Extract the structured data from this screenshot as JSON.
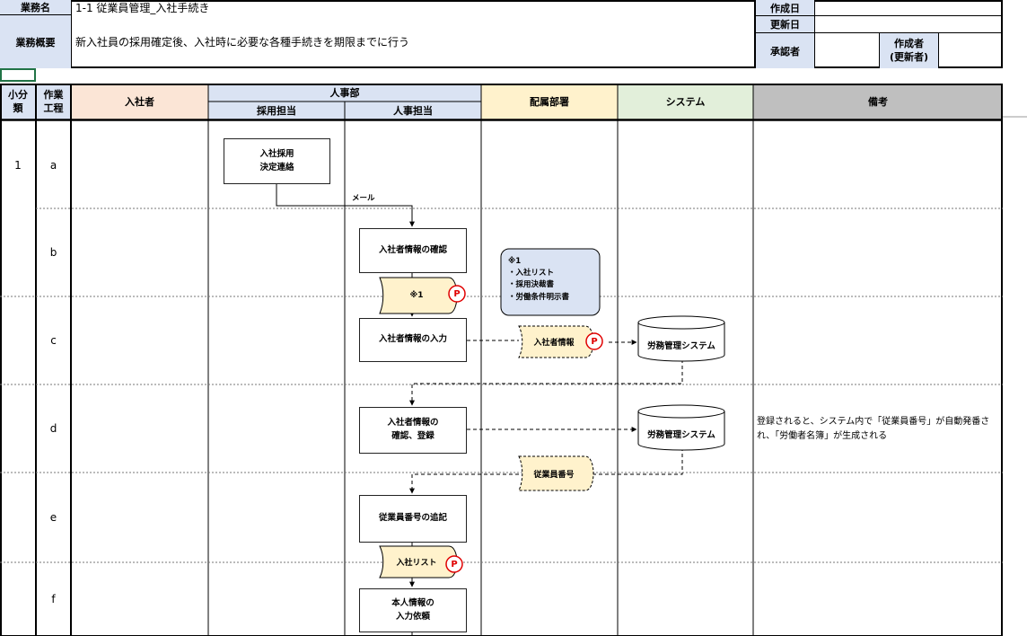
{
  "header": {
    "gyomumei_label": "業務名",
    "gyomumei_value": "1-1  従業員管理_入社手続き",
    "gaiyo_label": "業務概要",
    "gaiyo_value": "新入社員の採用確定後、入社時に必要な各種手続きを期限までに行う",
    "created_label": "作成日",
    "updated_label": "更新日",
    "approver_label": "承認者",
    "author_label": "作成者\n(更新者)"
  },
  "columns": {
    "shobunrui": "小分\n類",
    "sagyo_kotei": "作業\n工程",
    "nyushasha": "入社者",
    "jinjibu": "人事部",
    "saiyo_tanto": "採用担当",
    "jinji_tanto": "人事担当",
    "haizoku_busho": "配属部署",
    "system": "システム",
    "biko": "備考"
  },
  "rows": [
    {
      "num": "1",
      "step": "a"
    },
    {
      "num": "",
      "step": "b"
    },
    {
      "num": "",
      "step": "c"
    },
    {
      "num": "",
      "step": "d"
    },
    {
      "num": "",
      "step": "e"
    },
    {
      "num": "",
      "step": "f"
    }
  ],
  "boxes": {
    "kettei": "入社採用\n決定連絡",
    "kakunin": "入社者情報の確認",
    "nyuryoku": "入社者情報の入力",
    "kakunin_toroku": "入社者情報の\n確認、登録",
    "tsuiki": "従業員番号の追記",
    "irai": "本人情報の\n入力依頼"
  },
  "documents": {
    "doc1": "※1",
    "doc_nyushasha": "入社者情報",
    "doc_jugyoin": "従業員番号",
    "doc_list": "入社リスト"
  },
  "systems": {
    "sys1": "労務管理システム",
    "sys2": "労務管理システム"
  },
  "callout": {
    "title": "※1",
    "line1": "・入社リスト",
    "line2": "・採用決裁書",
    "line3": "・労働条件明示書"
  },
  "labels": {
    "mail": "メール",
    "p_mark": "P"
  },
  "remarks": {
    "d": "登録されると、システム内で「従業員番号」が自動発番され、「労働者名簿」が生成される"
  },
  "colors": {
    "nyushasha_bg": "#fbe5d6",
    "jinji_bg": "#dae3f3",
    "haizoku_bg": "#fff2cc",
    "system_bg": "#e2efda",
    "biko_bg": "#bfbfbf",
    "doc_fill": "#fff2cc",
    "callout_fill": "#dae3f3",
    "p_mark": "#e00000"
  }
}
